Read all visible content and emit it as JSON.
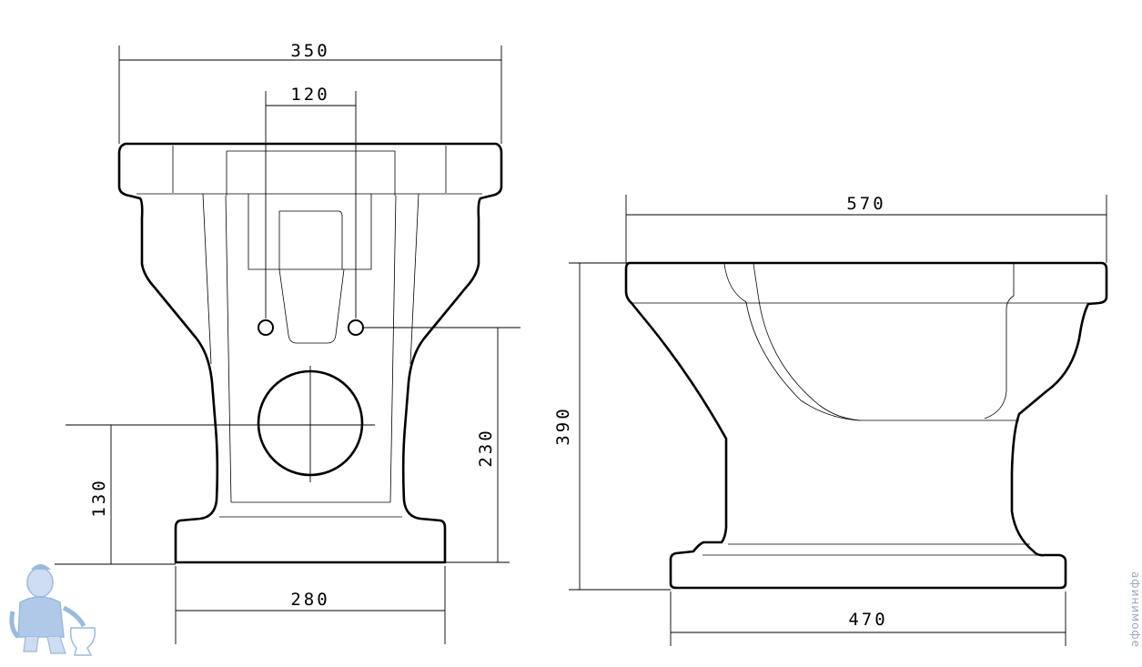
{
  "front_view": {
    "width_top": "350",
    "hole_spacing": "120",
    "hole_height": "230",
    "outlet_height": "130",
    "base_width": "280"
  },
  "side_view": {
    "length_top": "570",
    "total_height": "390",
    "base_length": "470"
  },
  "watermark": {
    "text": "афинимофе",
    "logo_icon": "plumber-with-toilet-logo"
  },
  "colors": {
    "line": "#000000",
    "background": "#ffffff",
    "logo": "#8fb3d9"
  }
}
